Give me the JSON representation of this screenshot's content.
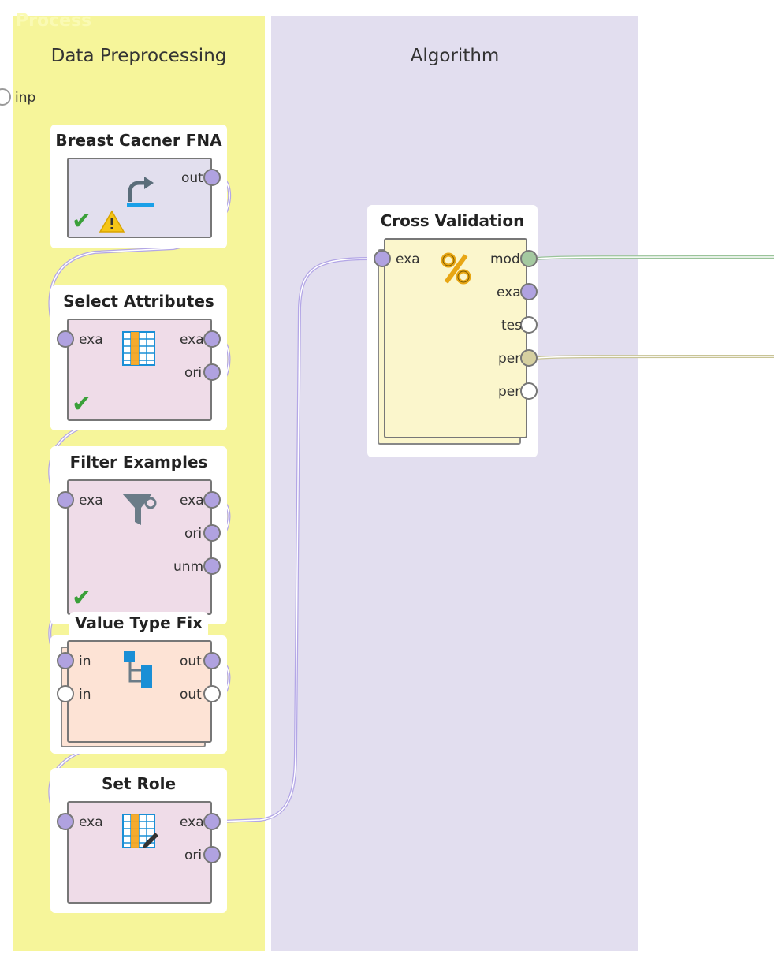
{
  "process_label": "Process",
  "lanes": {
    "preprocessing": "Data Preprocessing",
    "algorithm": "Algorithm"
  },
  "process_input_port": "inp",
  "operators": {
    "retrieve": {
      "title": "Breast Cacner FNA",
      "ports_out": [
        "out"
      ],
      "icon": "retrieve-arrow-icon",
      "status": [
        "check-icon",
        "warning-icon"
      ]
    },
    "select_attributes": {
      "title": "Select Attributes",
      "ports_in": [
        "exa"
      ],
      "ports_out": [
        "exa",
        "ori"
      ],
      "icon": "table-columns-icon",
      "status": [
        "check-icon"
      ]
    },
    "filter_examples": {
      "title": "Filter Examples",
      "ports_in": [
        "exa"
      ],
      "ports_out": [
        "exa",
        "ori",
        "unm"
      ],
      "icon": "funnel-icon",
      "status": [
        "check-icon"
      ]
    },
    "value_type_fix": {
      "title": "Value Type Fix",
      "ports_in": [
        "in",
        "in"
      ],
      "ports_out": [
        "out",
        "out"
      ],
      "icon": "subprocess-tree-icon"
    },
    "set_role": {
      "title": "Set Role",
      "ports_in": [
        "exa"
      ],
      "ports_out": [
        "exa",
        "ori"
      ],
      "icon": "table-edit-icon"
    },
    "cross_validation": {
      "title": "Cross Validation",
      "ports_in": [
        "exa"
      ],
      "ports_out": [
        "mod",
        "exa",
        "tes",
        "per",
        "per"
      ],
      "icon": "percent-icon"
    }
  },
  "colors": {
    "preprocessing_lane": "#f6f59a",
    "algorithm_lane": "#e2deef",
    "operator_pink": "#efdce8",
    "operator_gray": "#e2dfee",
    "operator_peach": "#fde3d5",
    "operator_cream": "#fbf6cc",
    "wire_purple": "#b3a6e6",
    "wire_green": "#9ac49a",
    "wire_khaki": "#c8c496"
  }
}
